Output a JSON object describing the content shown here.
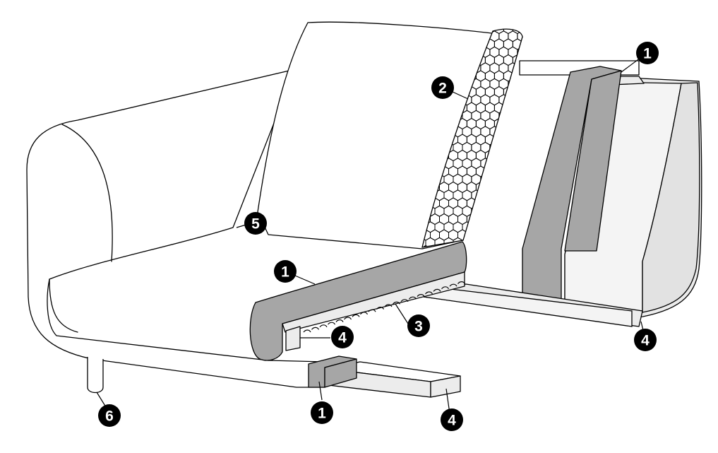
{
  "figure": {
    "colors": {
      "stroke": "#000000",
      "foam_grey": "#a6a6a6",
      "light_panel": "#ececec",
      "background": "#ffffff"
    }
  },
  "callouts": [
    {
      "id": "c1a",
      "label": "1"
    },
    {
      "id": "c1b",
      "label": "1"
    },
    {
      "id": "c1c",
      "label": "1"
    },
    {
      "id": "c2",
      "label": "2"
    },
    {
      "id": "c3",
      "label": "3"
    },
    {
      "id": "c4a",
      "label": "4"
    },
    {
      "id": "c4b",
      "label": "4"
    },
    {
      "id": "c4c",
      "label": "4"
    },
    {
      "id": "c5",
      "label": "5"
    },
    {
      "id": "c6",
      "label": "6"
    }
  ]
}
